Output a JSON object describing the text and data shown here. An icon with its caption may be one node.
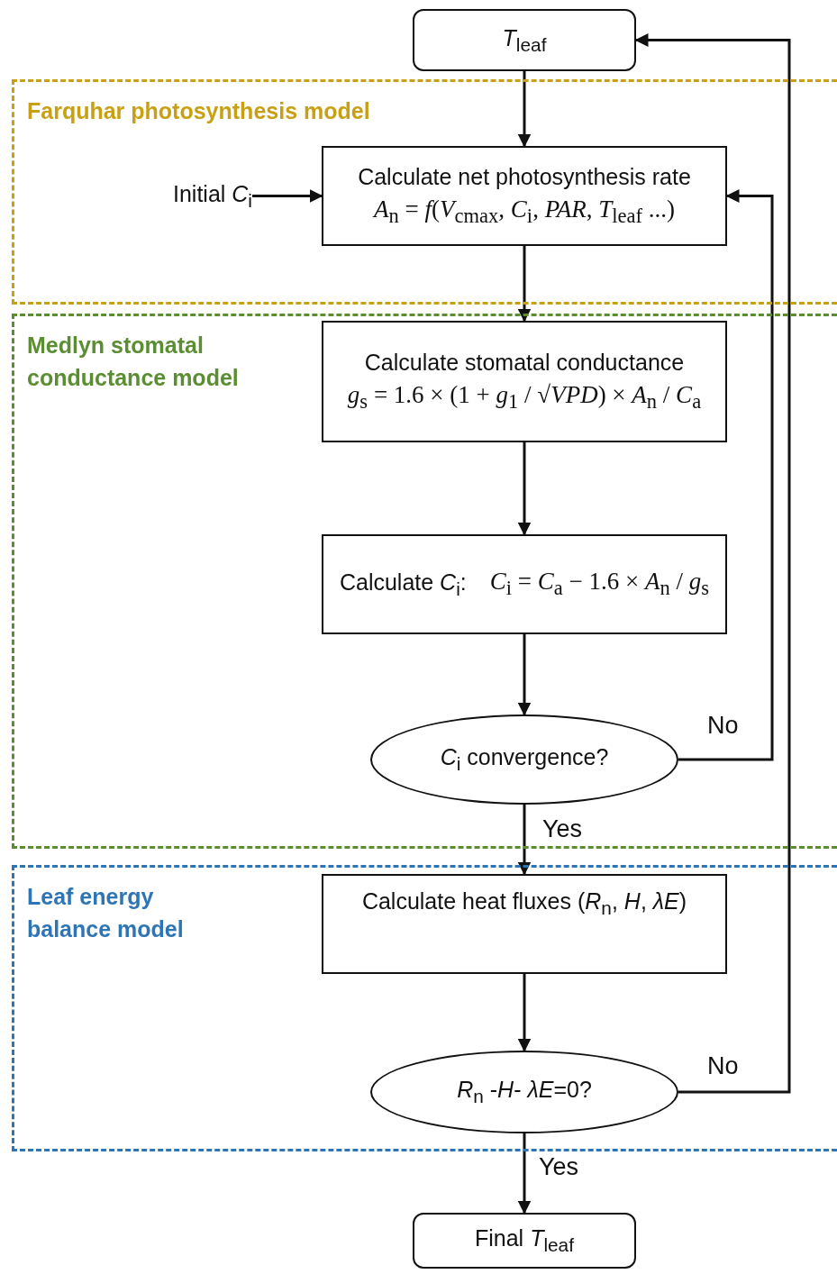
{
  "diagram": {
    "nodes": [
      {
        "text": [
          "*T*$_{leaf}$"
        ]
      },
      {
        "text": [
          "Farquhar photosynthesis model"
        ]
      },
      {
        "text": [
          "Initial *C*$_{i}$"
        ],
        "in": 1
      },
      {
        "text": [
          "Calculate net photosynthesis rate",
          "*A*$_{n}$ = *f*(*V*$_{cmax}$, *C*$_{i}$, *PAR*, *T*$_{leaf}$ ...)"
        ],
        "in": 1
      },
      {
        "text": [
          "Medlyn stomatal conductance model"
        ]
      },
      {
        "text": [
          "Calculate stomatal conductance",
          "*g*$_{s}$ = 1.6 × (1 + *g*$_{1}$ / √*VPD*) × *A*$_{n}$ / *C*$_{a}$"
        ],
        "in": 4
      },
      {
        "text": [
          "Calculate *C*$_{i}$:",
          "*C*$_{i}$ = *C*$_{a}$ − 1.6 × *A*$_{n}$ / *g*$_{s}$"
        ],
        "in": 4
      },
      {
        "text": [
          "*C*$_{i}$ convergence?"
        ],
        "in": 4
      },
      {
        "text": [
          "Leaf energy balance model"
        ]
      },
      {
        "text": [
          "Calculate heat fluxes (*R*$_{n}$, *H*, *λE*)"
        ],
        "in": 8
      },
      {
        "text": [
          "*R*$_{n}$ -*H*- *λE*=0?"
        ],
        "in": 8
      },
      {
        "text": [
          "Final *T*$_{leaf}$"
        ]
      }
    ],
    "edges": [
      {
        "from": 0,
        "to": 3,
        "arrow": "to"
      },
      {
        "from": 2,
        "to": 3,
        "arrow": "to"
      },
      {
        "from": 3,
        "to": 5,
        "arrow": "to"
      },
      {
        "from": 5,
        "to": 6,
        "arrow": "to"
      },
      {
        "from": 6,
        "to": 7,
        "arrow": "to"
      },
      {
        "from": 7,
        "to": 3,
        "arrow": "to",
        "label": "No"
      },
      {
        "from": 7,
        "to": 9,
        "arrow": "to",
        "label": "Yes"
      },
      {
        "from": 9,
        "to": 10,
        "arrow": "to"
      },
      {
        "from": 10,
        "to": 0,
        "arrow": "to",
        "label": "No"
      },
      {
        "from": 10,
        "to": 11,
        "arrow": "to",
        "label": "Yes"
      }
    ]
  }
}
